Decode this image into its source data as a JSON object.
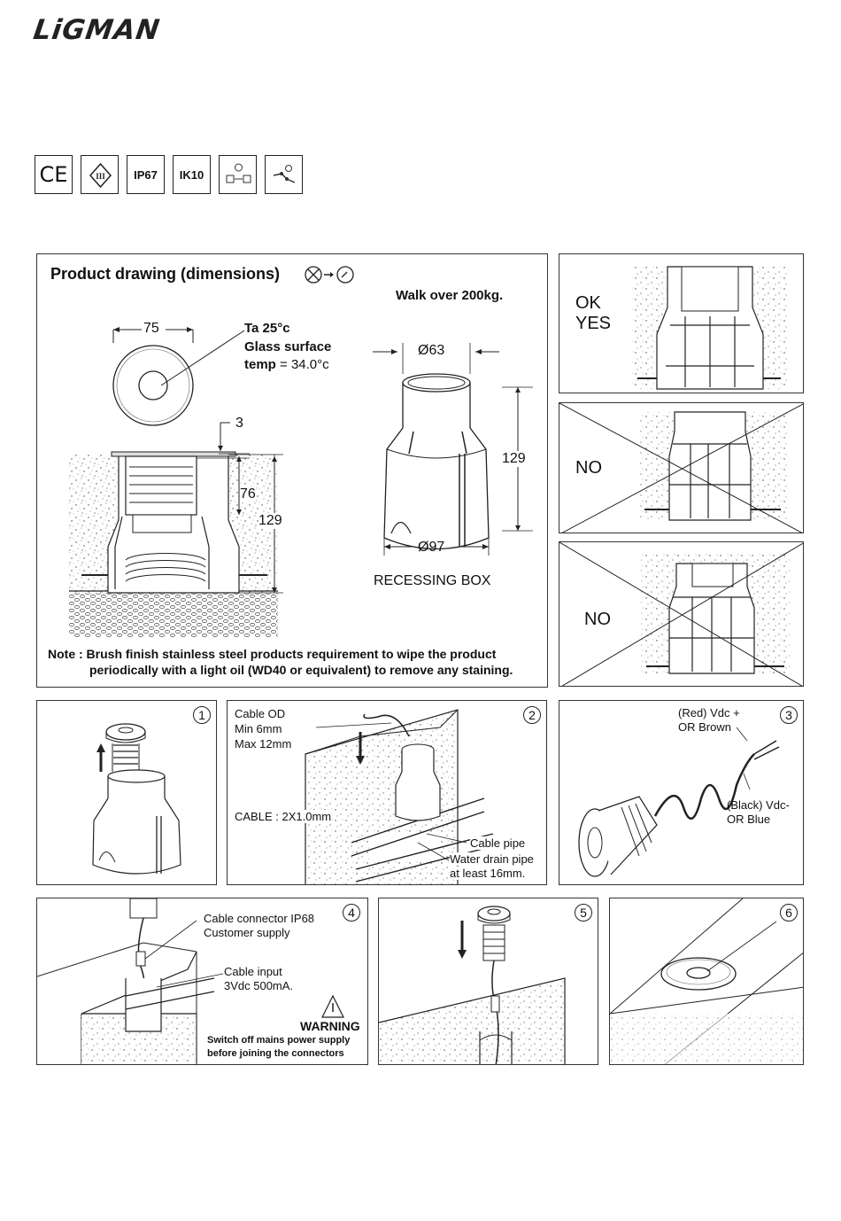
{
  "brand": "LiGMAN",
  "certifications": [
    {
      "label": "CE",
      "icon": "ce-mark-icon"
    },
    {
      "label": "III",
      "icon": "class-iii-icon"
    },
    {
      "label": "IP67",
      "icon": "ip67-icon"
    },
    {
      "label": "IK10",
      "icon": "ik10-icon"
    },
    {
      "label": "",
      "icon": "driver-temperature-icon"
    },
    {
      "label": "",
      "icon": "connector-icon"
    }
  ],
  "drawing": {
    "title": "Product drawing (dimensions)",
    "walk_over": "Walk over 200kg.",
    "dim_75": "75",
    "ta_line": "Ta 25°c",
    "glass_line": "Glass surface",
    "temp_bold": "temp",
    "temp_value": "= 34.0°c",
    "dim_3": "3",
    "dim_76": "76",
    "dim_129_left": "129",
    "dim_63": "Ø63",
    "dim_129_right": "129",
    "dim_97": "Ø97",
    "recessing_box": "RECESSING BOX",
    "note_line1": "Note : Brush finish stainless steel products requirement to wipe the product",
    "note_line2": "periodically with a light oil (WD40 or equivalent) to remove any staining."
  },
  "install_check": {
    "ok": "OK",
    "yes": "YES",
    "no1": "NO",
    "no2": "NO"
  },
  "steps": {
    "s1": {
      "num": "1"
    },
    "s2": {
      "num": "2",
      "cable_od": "Cable OD",
      "min": "Min 6mm",
      "max": "Max 12mm",
      "cable": "CABLE : 2X1.0mm",
      "cable_pipe": "Cable pipe",
      "drain1": "Water drain pipe",
      "drain2": "at least 16mm."
    },
    "s3": {
      "num": "3",
      "red": "(Red) Vdc +",
      "brown": "OR Brown",
      "black": "(Black) Vdc-",
      "blue": "OR Blue"
    },
    "s4": {
      "num": "4",
      "conn1": "Cable connector IP68",
      "conn2": "Customer supply",
      "input1": "Cable input",
      "input2": "3Vdc 500mA.",
      "warning": "WARNING",
      "warn1": "Switch off mains power supply",
      "warn2": "before joining the connectors"
    },
    "s5": {
      "num": "5"
    },
    "s6": {
      "num": "6"
    }
  }
}
